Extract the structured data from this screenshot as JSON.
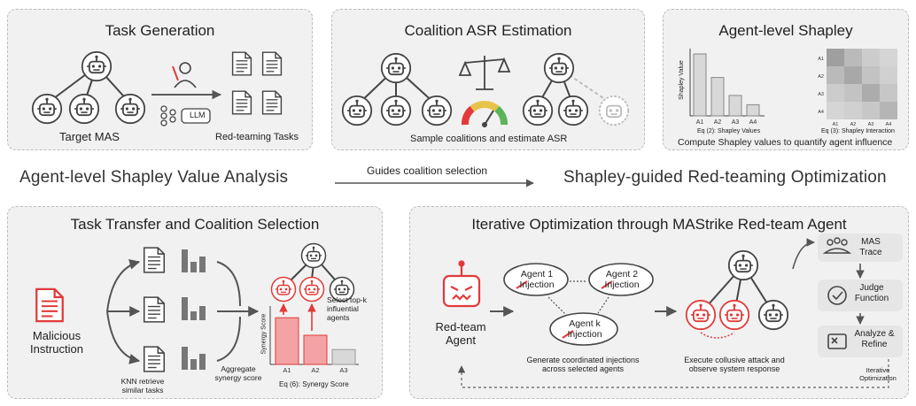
{
  "panels": {
    "task_generation": {
      "title": "Task Generation",
      "target_mas": "Target MAS",
      "llm": "LLM",
      "red_teaming_tasks": "Red-teaming Tasks"
    },
    "coalition_asr": {
      "title": "Coalition ASR Estimation",
      "caption": "Sample coalitions and estimate ASR"
    },
    "agent_shapley": {
      "title": "Agent-level Shapley",
      "ylabel": "Shapley Value",
      "eq2": "Eq (2): Shapley Values",
      "eq3": "Eq (3): Shapley Interaction",
      "caption": "Compute Shapley values to quantify agent influence",
      "heat_rows": [
        "A1",
        "A2",
        "A3",
        "A4"
      ],
      "heat_cols": [
        "A1",
        "A2",
        "A3",
        "A4"
      ]
    },
    "task_transfer": {
      "title": "Task Transfer and Coalition Selection",
      "malicious": "Malicious Instruction",
      "knn": "KNN retrieve similar tasks",
      "aggregate": "Aggregate synergy score",
      "select": "Select top-k influential agents",
      "ylabel": "Synergy Score",
      "eq6": "Eq (6): Synergy Score"
    },
    "iterative": {
      "title": "Iterative Optimization through MAStrike Red-team Agent",
      "red_team": "Red-team Agent",
      "agent1": "Agent 1 Injection",
      "agent2": "Agent 2 Injection",
      "agentk": "Agent k Injection",
      "gen_caption": "Generate coordinated injections across selected agents",
      "exec_caption": "Execute collusive attack and observe system response",
      "mas_trace": "MAS Trace",
      "judge": "Judge Function",
      "analyze": "Analyze & Refine",
      "iterative_opt": "Iterative Optimization"
    }
  },
  "sections": {
    "left": "Agent-level Shapley Value Analysis",
    "middle": "Guides coalition selection",
    "right": "Shapley-guided Red-teaming Optimization"
  },
  "chart_data": [
    {
      "type": "bar",
      "categories": [
        "A1",
        "A2",
        "A3",
        "A4"
      ],
      "values": [
        1.0,
        0.62,
        0.33,
        0.18
      ],
      "ylabel": "Shapley Value",
      "xlabel": "Eq (2): Shapley Values"
    },
    {
      "type": "bar",
      "categories": [
        "A1",
        "A2",
        "A3"
      ],
      "values": [
        0.88,
        0.55,
        0.28
      ],
      "ylabel": "Synergy Score",
      "xlabel": "Eq (6): Synergy Score"
    }
  ],
  "colors": {
    "panel": "#f1f1f1",
    "red": "#e23a3a",
    "red_fill": "#f3a3a3",
    "gray": "#bdbdbd"
  }
}
